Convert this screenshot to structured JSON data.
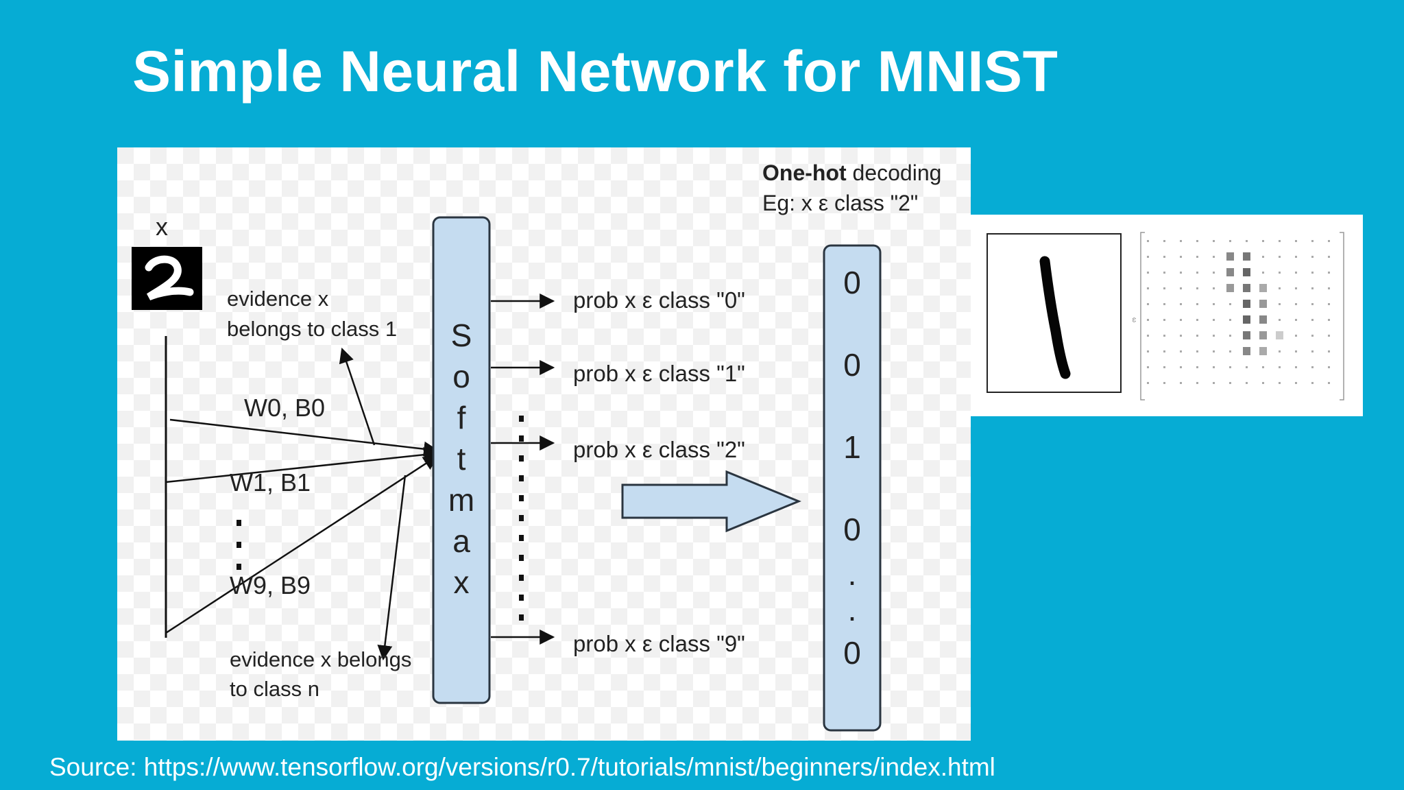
{
  "slide": {
    "title": "Simple Neural Network for MNIST",
    "source": "Source: https://www.tensorflow.org/versions/r0.7/tutorials/mnist/beginners/index.html"
  },
  "diagram": {
    "input_label": "x",
    "evidence_top": [
      "evidence x",
      "belongs to class 1"
    ],
    "evidence_bottom": [
      "evidence x belongs",
      "to class n"
    ],
    "weights": [
      "W0, B0",
      "W1, B1",
      "W9, B9"
    ],
    "softmax_letters": [
      "S",
      "o",
      "f",
      "t",
      "m",
      "a",
      "x"
    ],
    "probs": [
      "prob x ε class \"0\"",
      "prob x ε class \"1\"",
      "prob x ε class \"2\"",
      "prob x ε  class \"9\""
    ],
    "onehot_title_bold": "One-hot",
    "onehot_title_rest": " decoding",
    "onehot_example": "Eg: x ε class \"2\"",
    "onehot_vector": [
      "0",
      "0",
      "1",
      "0",
      ".",
      ".",
      "0"
    ]
  },
  "inset": {
    "axis_label": "ω"
  },
  "colors": {
    "background": "#06acd4",
    "box_fill": "#c5dcf0",
    "box_stroke": "#2a3540",
    "text": "#222222"
  },
  "icons": [
    "digit-2-image",
    "digit-1-image",
    "pixel-grid-image",
    "right-arrow-icon"
  ]
}
